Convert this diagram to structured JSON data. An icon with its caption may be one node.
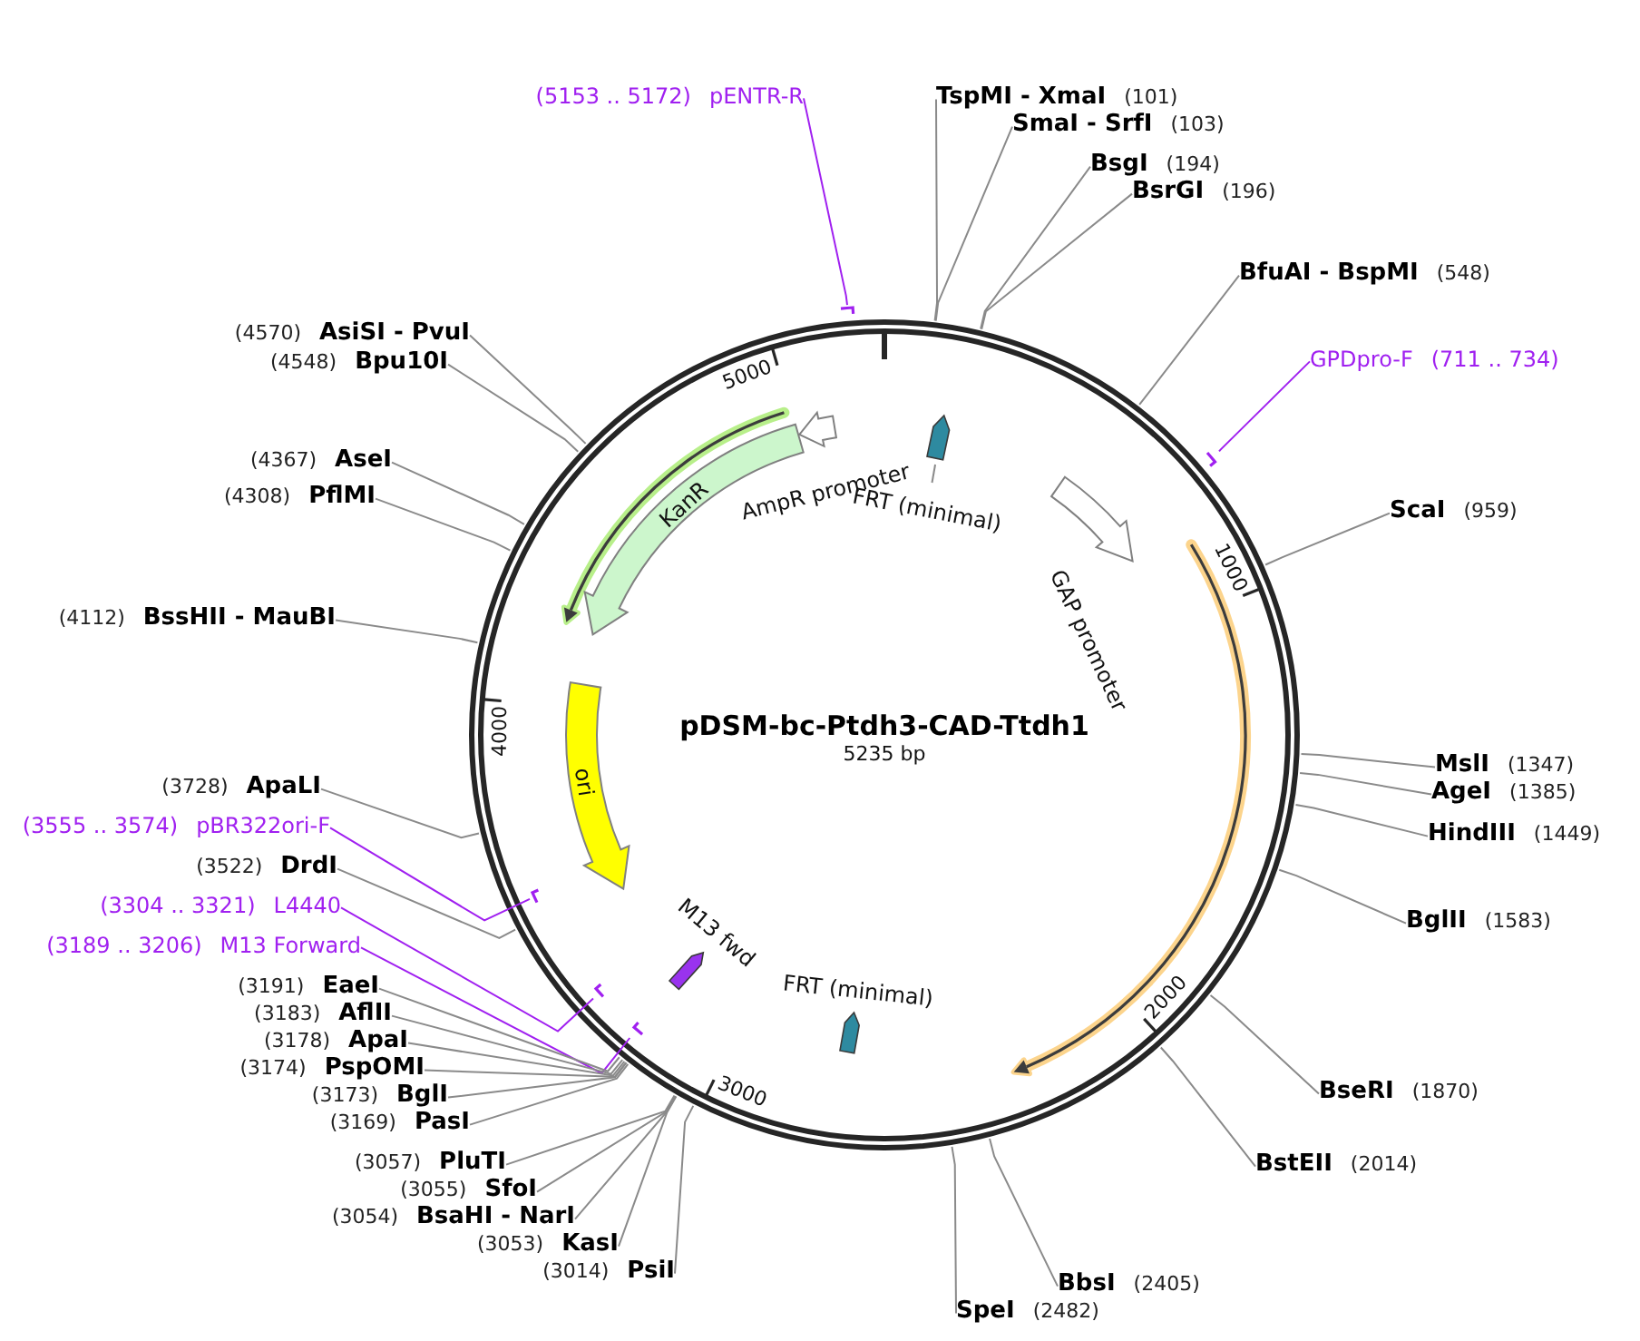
{
  "diagram": {
    "title": "pDSM-bc-Ptdh3-CAD-Ttdh1",
    "nodes": [
      {
        "text": [
          "(5153 .. 5172)",
          "pENTR-R"
        ]
      },
      {
        "text": [
          "TspMI - XmaI",
          "(101)"
        ]
      },
      {
        "text": [
          "SmaI - SrfI",
          "(103)"
        ]
      },
      {
        "text": [
          "BsgI",
          "(194)"
        ]
      },
      {
        "text": [
          "BsrGI",
          "(196)"
        ]
      },
      {
        "text": [
          "BfuAI - BspMI",
          "(548)"
        ]
      },
      {
        "text": [],
        "shape": "bar"
      },
      {
        "text": [
          "(4570)",
          "AsiSI - PvuI"
        ]
      },
      {
        "text": [
          "GPDpro-F",
          "(711 .. 734)"
        ]
      },
      {
        "text": [
          "(4548)",
          "Bpu10I"
        ]
      },
      {
        "text": [],
        "shape": "arrow"
      },
      {
        "text": [
          "AmpR promoter"
        ]
      },
      {
        "text": [
          "KanR"
        ]
      },
      {
        "text": [
          "(4367)",
          "AseI"
        ]
      },
      {
        "text": [],
        "shape": "bar"
      },
      {
        "text": [
          "GAP promoter"
        ]
      },
      {
        "text": [
          "(4308)",
          "PflMI"
        ]
      },
      {
        "text": [
          "FRT (minimal)"
        ]
      },
      {
        "text": [
          "ScaI",
          "(959)"
        ]
      },
      {
        "text": [
          "(4112)",
          "BssHII - MauBI"
        ]
      },
      {
        "text": [
          "ori"
        ]
      },
      {
        "text": [
          "MslI",
          "(1347)"
        ]
      },
      {
        "text": [
          "(3728)",
          "ApaLI"
        ]
      },
      {
        "text": [
          "AgeI",
          "(1385)"
        ]
      },
      {
        "text": [
          "(3555 .. 3574)",
          "pBR322ori-F"
        ]
      },
      {
        "text": [
          "HindIII",
          "(1449)"
        ]
      },
      {
        "text": [
          "(3522)",
          "DrdI"
        ]
      },
      {
        "text": [
          "(3304 .. 3321)",
          "L4440"
        ]
      },
      {
        "text": [],
        "shape": "bar"
      },
      {
        "text": [
          "BglII",
          "(1583)"
        ]
      },
      {
        "text": [
          "M13 fwd"
        ]
      },
      {
        "text": [
          "(3189 .. 3206)",
          "M13 Forward"
        ]
      },
      {
        "text": [
          "(3191)",
          "EaeI"
        ]
      },
      {
        "text": [
          "FRT (minimal)"
        ]
      },
      {
        "text": [],
        "shape": "bar"
      },
      {
        "text": [
          "(3183)",
          "AflII"
        ]
      },
      {
        "text": [
          "(3178)",
          "ApaI"
        ]
      },
      {
        "text": [],
        "shape": "bar"
      },
      {
        "text": [
          "(3174)",
          "PspOMI"
        ]
      },
      {
        "text": [
          "BseRI",
          "(1870)"
        ]
      },
      {
        "text": [
          "(3173)",
          "BglI"
        ]
      },
      {
        "text": [
          "(3169)",
          "PasI"
        ]
      },
      {
        "text": [
          "(3057)",
          "PluTI"
        ]
      },
      {
        "text": [
          "BstEII",
          "(2014)"
        ]
      },
      {
        "text": [
          "(3055)",
          "SfoI"
        ]
      },
      {
        "text": [
          "(3054)",
          "BsaHI - NarI"
        ]
      },
      {
        "text": [
          "(3053)",
          "KasI"
        ]
      },
      {
        "text": [
          "(3014)",
          "PsiI"
        ]
      },
      {
        "text": [
          "BbsI",
          "(2405)"
        ]
      },
      {
        "text": [
          "SpeI",
          "(2482)"
        ]
      }
    ],
    "edges": [
      {
        "from": 0,
        "to": 6,
        "arrow": "none",
        "color": "#a020f0"
      },
      {
        "from": 1,
        "to": null,
        "arrow": "none"
      },
      {
        "from": 2,
        "to": null,
        "arrow": "none"
      },
      {
        "from": 3,
        "to": null,
        "arrow": "none"
      },
      {
        "from": 4,
        "to": null,
        "arrow": "none"
      },
      {
        "from": 5,
        "to": null,
        "arrow": "none"
      },
      {
        "from": 7,
        "to": null,
        "arrow": "none"
      },
      {
        "from": 8,
        "to": 14,
        "arrow": "none",
        "color": "#a020f0"
      },
      {
        "from": 9,
        "to": null,
        "arrow": "none"
      },
      {
        "from": 13,
        "to": null,
        "arrow": "none"
      },
      {
        "from": 16,
        "to": null,
        "arrow": "none"
      },
      {
        "from": 17,
        "to": 10,
        "arrow": "none"
      },
      {
        "from": 18,
        "to": null,
        "arrow": "none"
      },
      {
        "from": 19,
        "to": null,
        "arrow": "none"
      },
      {
        "from": 21,
        "to": null,
        "arrow": "none"
      },
      {
        "from": 22,
        "to": null,
        "arrow": "none"
      },
      {
        "from": 23,
        "to": null,
        "arrow": "none"
      },
      {
        "from": 24,
        "to": 28,
        "arrow": "none",
        "color": "#a020f0"
      },
      {
        "from": 25,
        "to": null,
        "arrow": "none"
      },
      {
        "from": 26,
        "to": null,
        "arrow": "none"
      },
      {
        "from": 27,
        "to": 34,
        "arrow": "none",
        "color": "#a020f0"
      },
      {
        "from": 29,
        "to": null,
        "arrow": "none"
      },
      {
        "from": 31,
        "to": 37,
        "arrow": "none",
        "color": "#a020f0"
      },
      {
        "from": 32,
        "to": null,
        "arrow": "none"
      },
      {
        "from": 35,
        "to": null,
        "arrow": "none"
      },
      {
        "from": 36,
        "to": null,
        "arrow": "none"
      },
      {
        "from": 38,
        "to": null,
        "arrow": "none"
      },
      {
        "from": 39,
        "to": null,
        "arrow": "none"
      },
      {
        "from": 40,
        "to": null,
        "arrow": "none"
      },
      {
        "from": 41,
        "to": null,
        "arrow": "none"
      },
      {
        "from": 42,
        "to": null,
        "arrow": "none"
      },
      {
        "from": 43,
        "to": null,
        "arrow": "none"
      },
      {
        "from": 44,
        "to": null,
        "arrow": "none"
      },
      {
        "from": 45,
        "to": null,
        "arrow": "none"
      },
      {
        "from": 46,
        "to": null,
        "arrow": "none"
      },
      {
        "from": 47,
        "to": null,
        "arrow": "none"
      },
      {
        "from": 48,
        "to": null,
        "arrow": "none"
      },
      {
        "from": 49,
        "to": null,
        "arrow": "none"
      }
    ],
    "labels": [
      "5000",
      "1000",
      "4000",
      "5235 bp",
      "2000",
      "3000"
    ]
  }
}
